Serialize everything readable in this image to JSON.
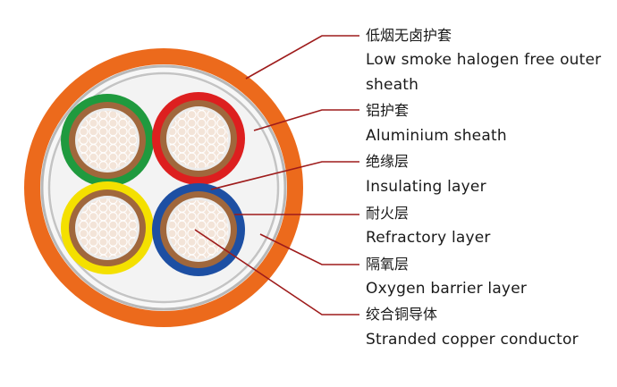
{
  "colors": {
    "outer_sheath": "#ec6a1c",
    "outer_sheath_edge": "#d85a12",
    "inner_fill": "#f2f2f2",
    "aluminium": "#bdbdbd",
    "leader_line": "#9e1b1b",
    "refractory": "#a0673c",
    "oxygen_barrier": "#eeeeee",
    "conductor": "#f3e4d8",
    "conductor_strand": "#ffffff",
    "core_insulation": [
      "#1f9a3e",
      "#dd1f1f",
      "#f4e000",
      "#1d4fa3"
    ]
  },
  "labels": [
    {
      "cn": "低烟无卤护套",
      "en": [
        "Low smoke halogen free outer",
        "sheath"
      ]
    },
    {
      "cn": "铝护套",
      "en": [
        "Aluminium sheath"
      ]
    },
    {
      "cn": "绝缘层",
      "en": [
        "Insulating layer"
      ]
    },
    {
      "cn": "耐火层",
      "en": [
        "Refractory layer"
      ]
    },
    {
      "cn": "隔氧层",
      "en": [
        "Oxygen barrier layer"
      ]
    },
    {
      "cn": "绞合铜导体",
      "en": [
        "Stranded copper conductor"
      ]
    }
  ]
}
